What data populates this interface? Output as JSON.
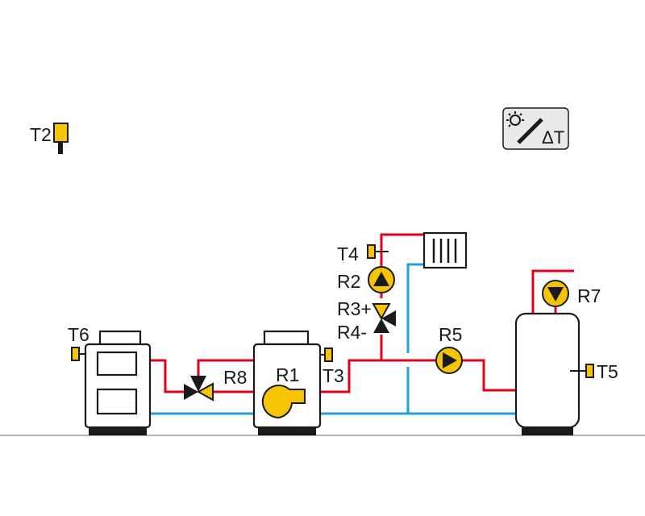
{
  "labels": {
    "t2": "T2",
    "t3": "T3",
    "t4": "T4",
    "t5": "T5",
    "t6": "T6",
    "r1": "R1",
    "r2": "R2",
    "r3": "R3+",
    "r4": "R4-",
    "r5": "R5",
    "r7": "R7",
    "r8": "R8"
  },
  "solar_badge": {
    "icon": "sun-collector-icon",
    "text": "ΔT"
  },
  "colors": {
    "hot_pipe": "#e3001b",
    "cold_pipe": "#1fa0dc",
    "component_yellow": "#f6c400",
    "outline": "#1a1a1a",
    "badge_bg": "#e9e9e9"
  }
}
